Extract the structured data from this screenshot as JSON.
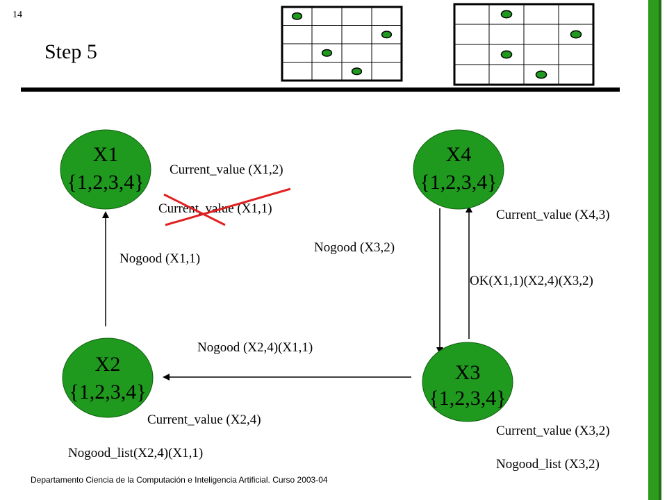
{
  "slide": {
    "number": "14",
    "title": "Step 5",
    "footer": "Departamento Ciencia de la Computación e Inteligencia Artificial. Curso 2003-04"
  },
  "colors": {
    "node_fill": "#1f9a1f",
    "cross_color": "#e02020",
    "accent_bar": "#2e9a1e"
  },
  "nodes": {
    "x1": {
      "name": "X1",
      "domain": "{1,2,3,4}"
    },
    "x2": {
      "name": "X2",
      "domain": "{1,2,3,4}"
    },
    "x3": {
      "name": "X3",
      "domain": "{1,2,3,4}"
    },
    "x4": {
      "name": "X4",
      "domain": "{1,2,3,4}"
    }
  },
  "labels": {
    "x1_current": "Current_value (X1,2)",
    "x1_old_current": "Current_value (X1,1)",
    "x4_current": "Current_value (X4,3)",
    "nogood_x3_2": "Nogood (X3,2)",
    "nogood_x1_1": "Nogood (X1,1)",
    "ok_msg": "OK(X1,1)(X2,4)(X3,2)",
    "nogood_x2_x1": "Nogood (X2,4)(X1,1)",
    "x2_current": "Current_value (X2,4)",
    "x2_nogood_list": "Nogood_list(X2,4)(X1,1)",
    "x3_current": "Current_value (X3,2)",
    "x3_nogood_list": "Nogood_list (X3,2)"
  },
  "boards": {
    "left": {
      "size": 4,
      "queens": [
        [
          0,
          0
        ],
        [
          1,
          3
        ],
        [
          2,
          1
        ],
        [
          3,
          2
        ]
      ]
    },
    "right": {
      "size": 4,
      "queens": [
        [
          0,
          1
        ],
        [
          1,
          3
        ],
        [
          2,
          1
        ],
        [
          3,
          2
        ]
      ]
    }
  }
}
